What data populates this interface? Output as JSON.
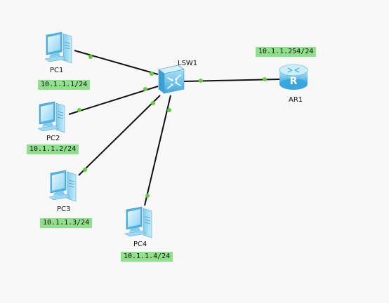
{
  "nodes": {
    "pc1": {
      "name": "PC1",
      "ip": "10.1.1.1/24"
    },
    "pc2": {
      "name": "PC2",
      "ip": "10.1.1.2/24"
    },
    "pc3": {
      "name": "PC3",
      "ip": "10.1.1.3/24"
    },
    "pc4": {
      "name": "PC4",
      "ip": "10.1.1.4/24"
    },
    "lsw1": {
      "name": "LSW1"
    },
    "ar1": {
      "name": "AR1",
      "ip": "10.1.1.254/24"
    }
  },
  "colors": {
    "background": "#f8f8f8",
    "link": "#111111",
    "port_up": "#5fcf3a",
    "ip_label_bg": "#8fe08a",
    "device_blue": "#5bbde8"
  },
  "icons": {
    "pc": "pc-icon",
    "switch": "switch-icon",
    "router": "router-icon"
  }
}
